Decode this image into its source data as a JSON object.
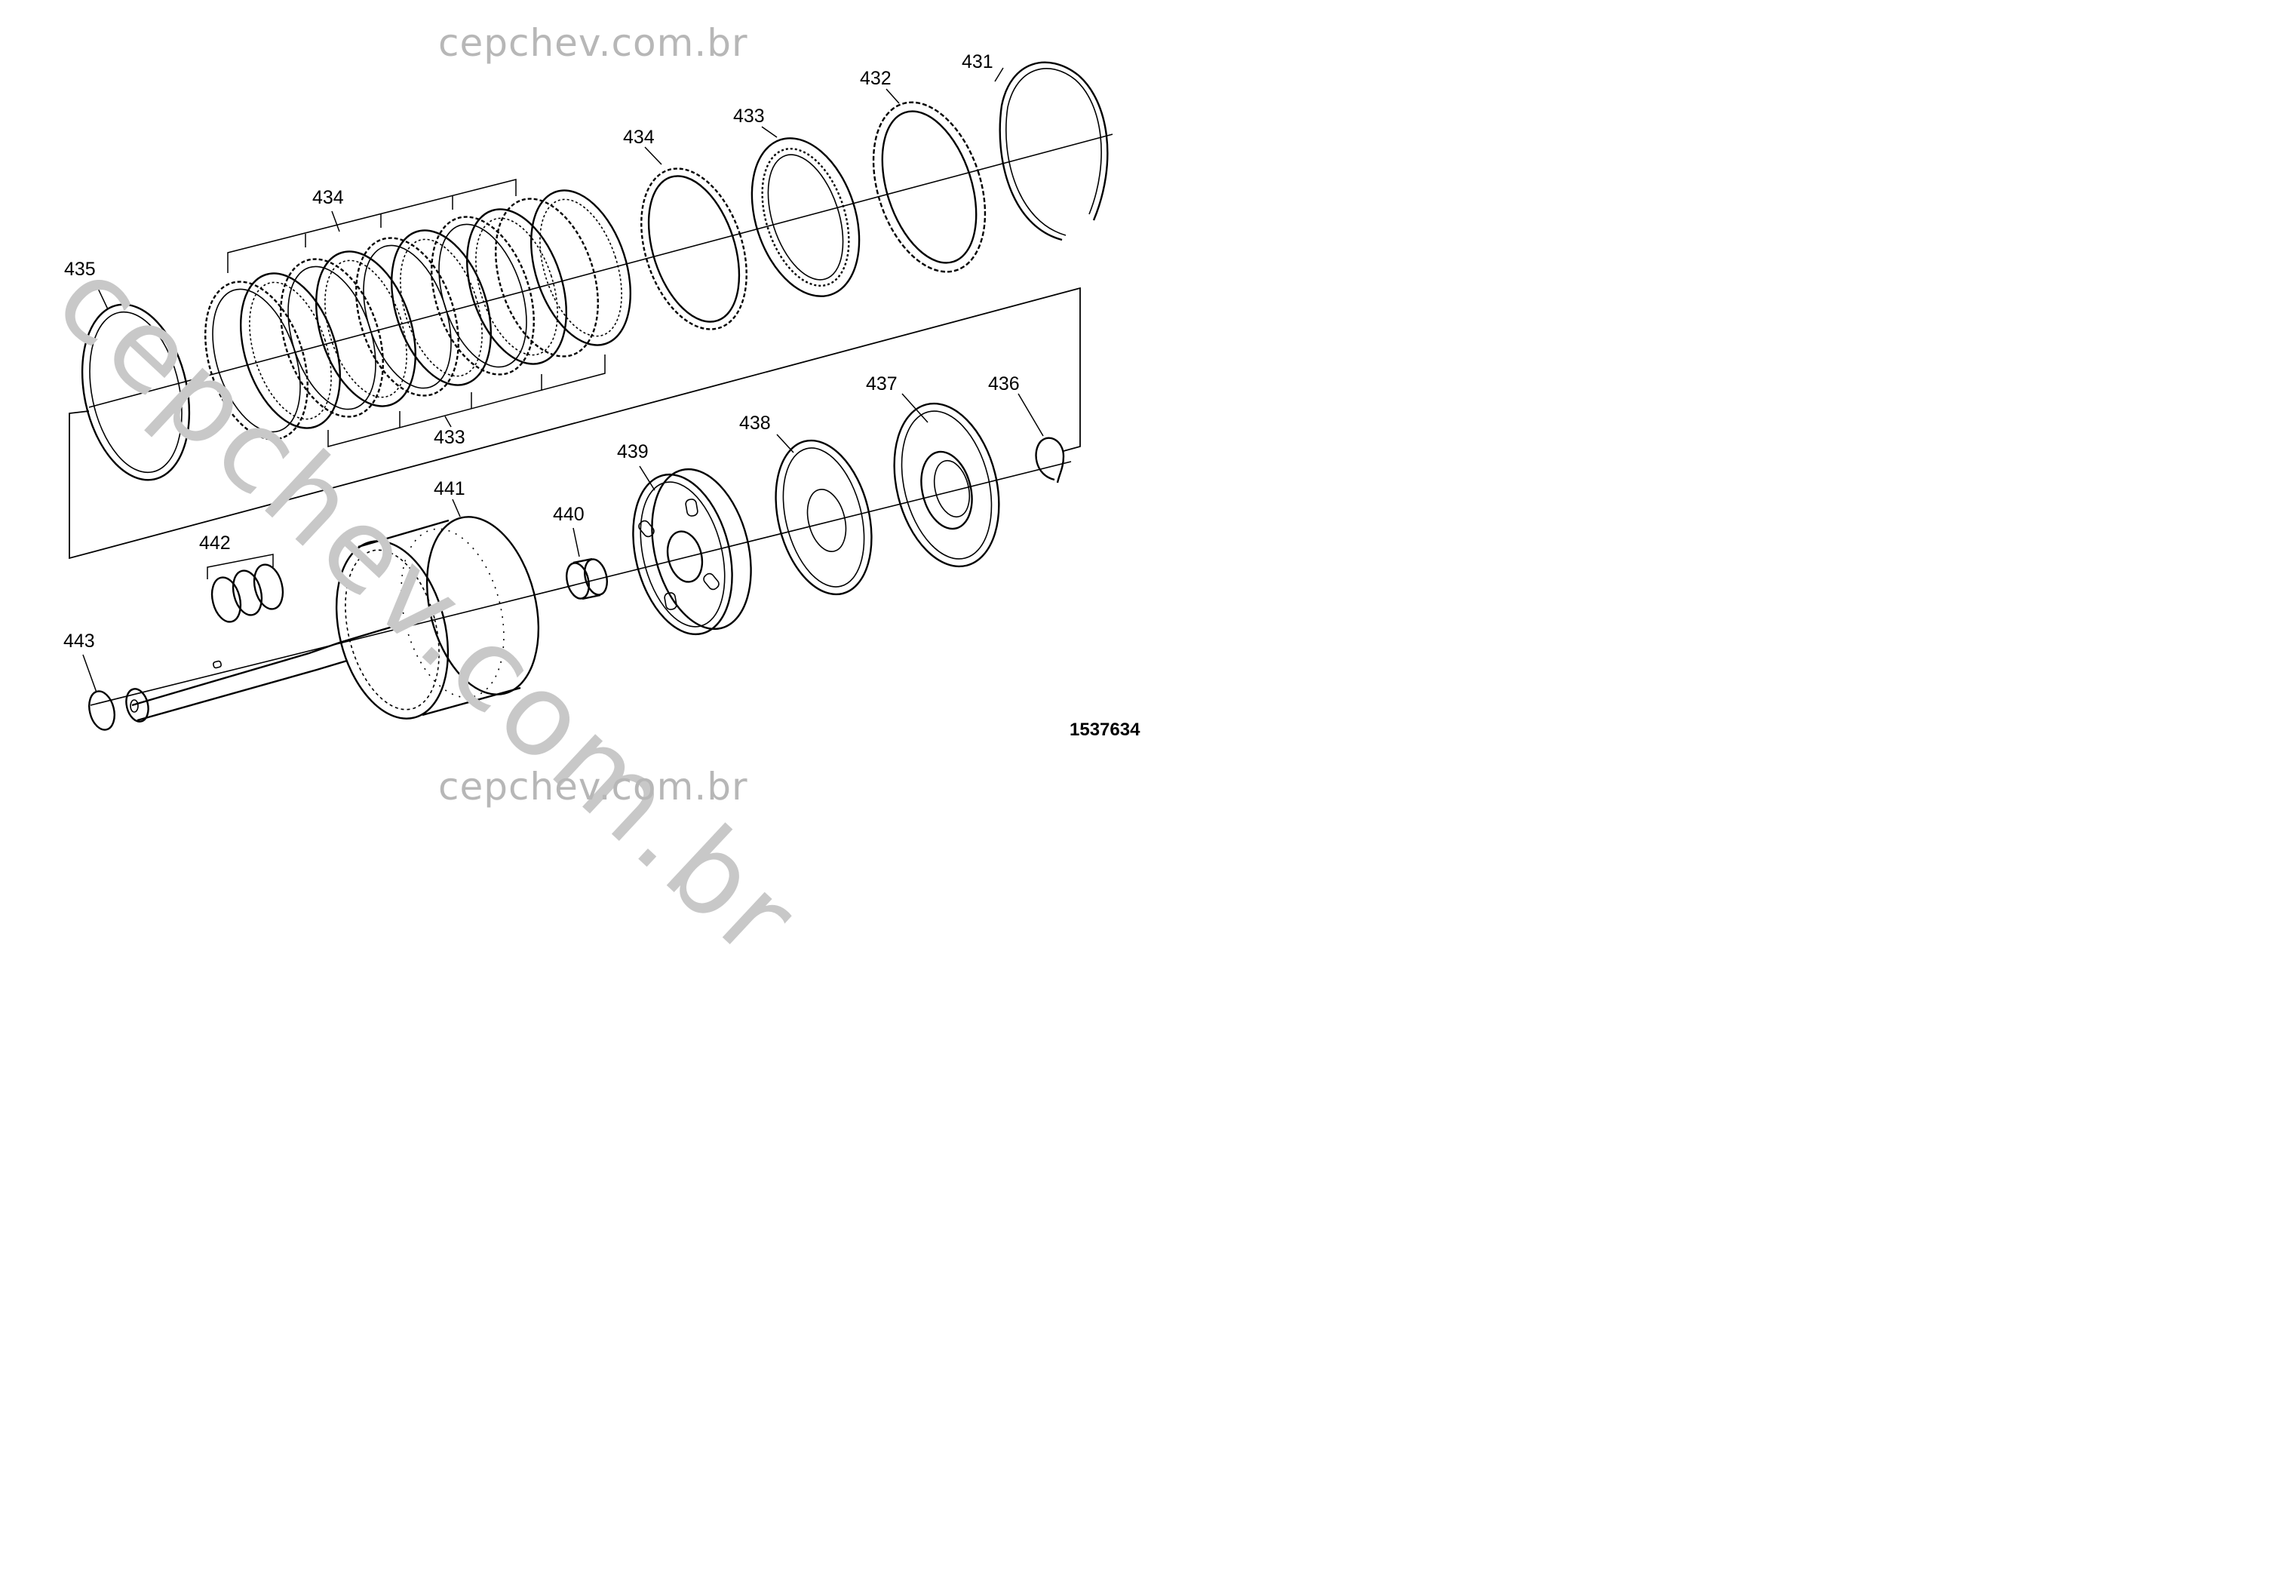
{
  "watermark": {
    "top": "cepchev.com.br",
    "bottom": "cepchev.com.br",
    "diagonal": "cepchev.com.br"
  },
  "figure_number": "1537634",
  "callouts": {
    "c431": "431",
    "c432": "432",
    "c433_top": "433",
    "c434_top": "434",
    "c434_group": "434",
    "c433_group": "433",
    "c435": "435",
    "c436": "436",
    "c437": "437",
    "c438": "438",
    "c439": "439",
    "c440": "440",
    "c441": "441",
    "c442": "442",
    "c443": "443"
  }
}
